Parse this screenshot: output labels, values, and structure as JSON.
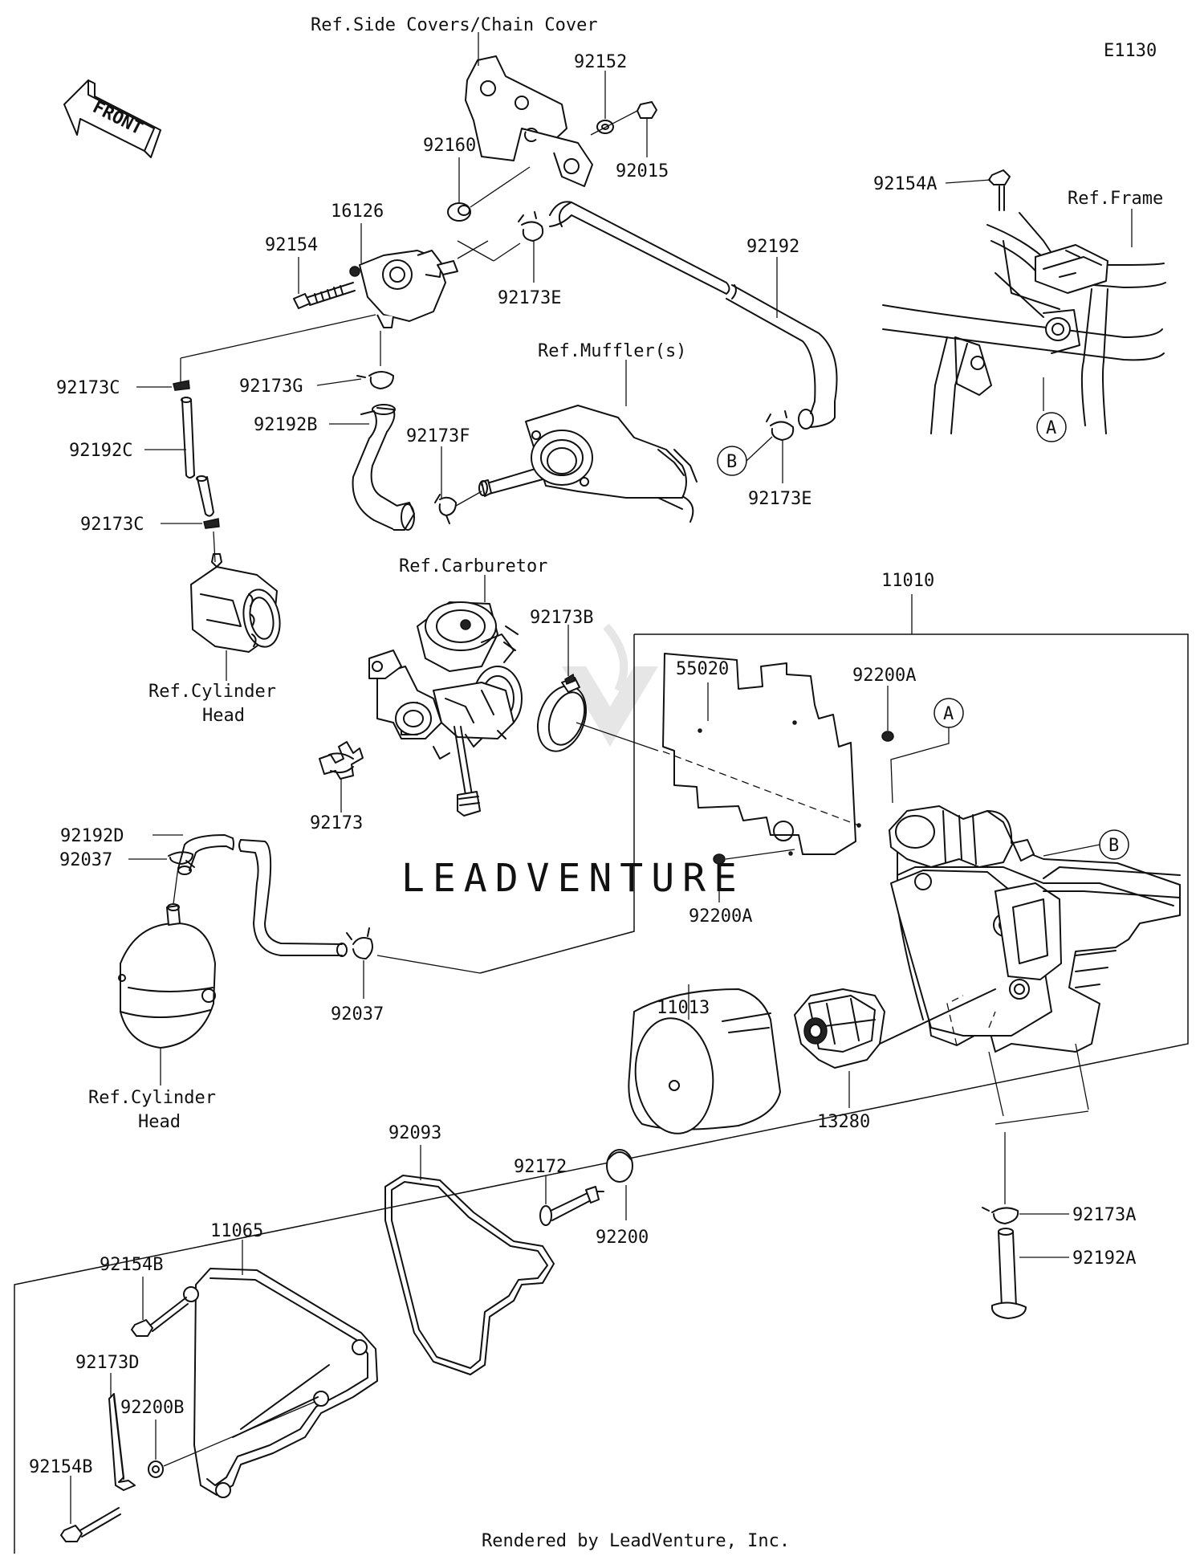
{
  "diagram": {
    "code": "E1130",
    "front_label": "FRONT",
    "watermark": "LEADVENTURE",
    "footer": "Rendered by LeadVenture, Inc.",
    "callouts": {
      "ref_side_covers": "Ref.Side Covers/Chain Cover",
      "p92152": "92152",
      "p92015": "92015",
      "p92160": "92160",
      "p16126": "16126",
      "p92154": "92154",
      "p92173E_top": "92173E",
      "p92192": "92192",
      "p92154A": "92154A",
      "ref_frame": "Ref.Frame",
      "p92173C_top": "92173C",
      "p92173G": "92173G",
      "p92192B": "92192B",
      "p92173F": "92173F",
      "ref_mufflers": "Ref.Muffler(s)",
      "p92192C": "92192C",
      "p92173E_bottom": "92173E",
      "p92173C_bottom": "92173C",
      "ref_carburetor": "Ref.Carburetor",
      "p11010": "11010",
      "p92173B": "92173B",
      "p55020": "55020",
      "p92200A_top": "92200A",
      "ref_cylinder_head_1a": "Ref.Cylinder",
      "ref_cylinder_head_1b": "Head",
      "p92173": "92173",
      "p92192D": "92192D",
      "p92037_top": "92037",
      "p92200A_bottom": "92200A",
      "p92037_bottom": "92037",
      "p11013": "11013",
      "ref_cylinder_head_2a": "Ref.Cylinder",
      "ref_cylinder_head_2b": "Head",
      "p92093": "92093",
      "p92172": "92172",
      "p13280": "13280",
      "p92200": "92200",
      "p92173A": "92173A",
      "p11065": "11065",
      "p92154B_top": "92154B",
      "p92192A": "92192A",
      "p92173D": "92173D",
      "p92200B": "92200B",
      "p92154B_bottom": "92154B"
    },
    "markers": {
      "A": "A",
      "B": "B"
    }
  }
}
